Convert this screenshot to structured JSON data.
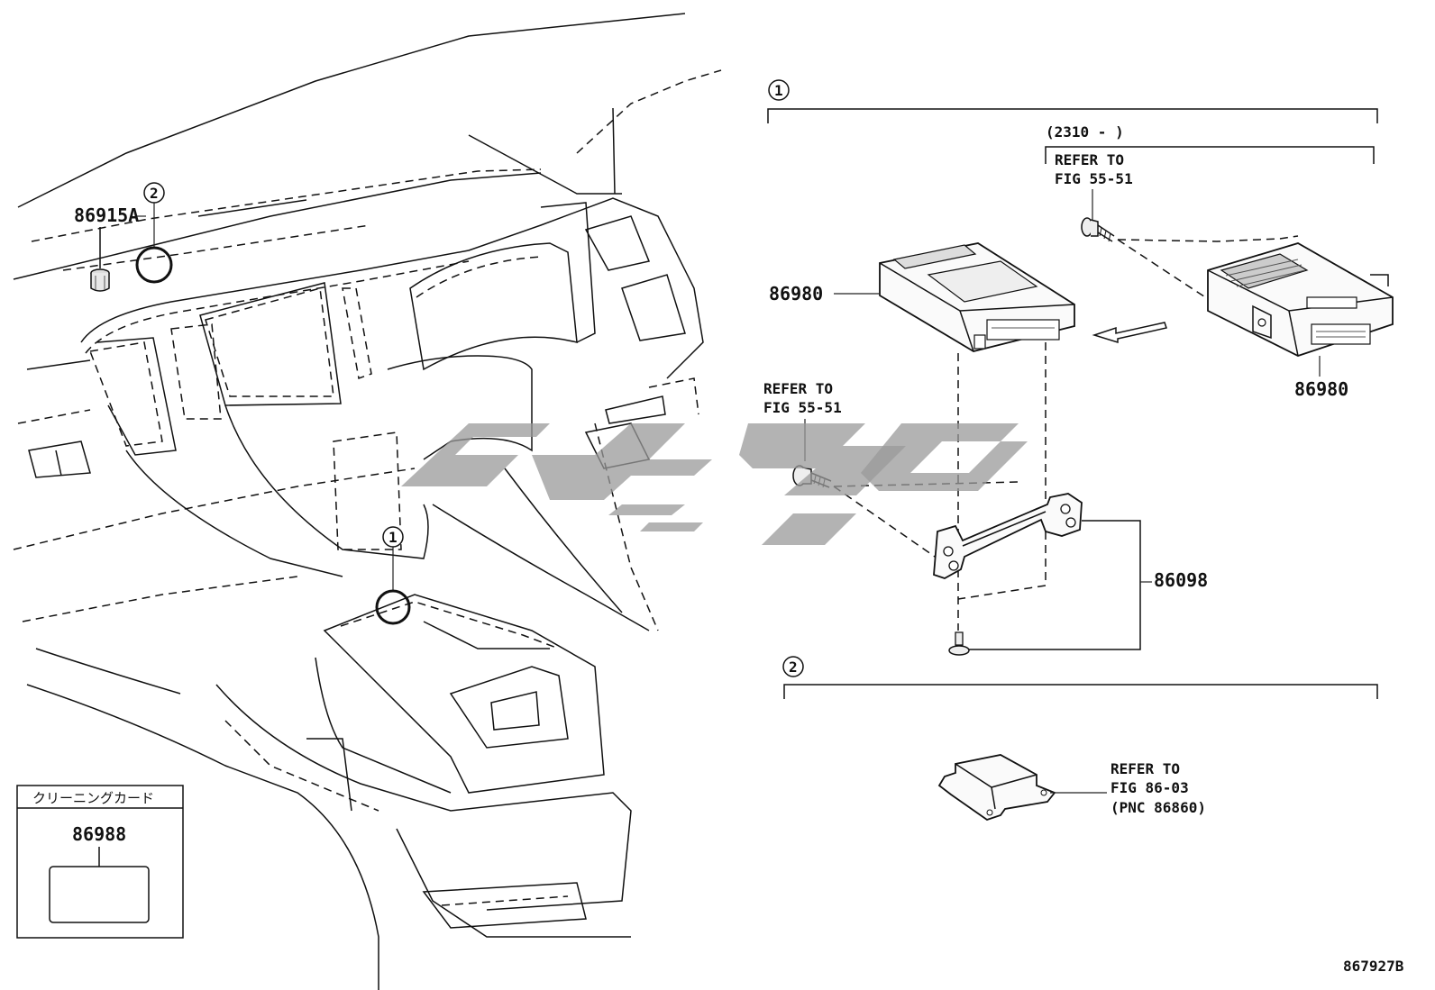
{
  "diagram": {
    "callouts": {
      "one": "1",
      "two": "2"
    },
    "parts": {
      "p86915a": "86915A",
      "p86980_left": "86980",
      "p86980_right": "86980",
      "p86098": "86098",
      "p86988": "86988"
    },
    "ranges": {
      "date_range": "(2310 -      )"
    },
    "refs": {
      "ref_top_line1": "REFER TO",
      "ref_top_line2": "FIG 55-51",
      "ref_mid_line1": "REFER TO",
      "ref_mid_line2": "FIG 55-51",
      "ref_bot_line1": "REFER TO",
      "ref_bot_line2": "FIG 86-03",
      "ref_bot_line3": "(PNC 86860)"
    },
    "card_box": {
      "header": "クリーニングカード"
    },
    "figure_id": "867927B"
  },
  "watermark": {
    "color": "#9a9a9a"
  }
}
